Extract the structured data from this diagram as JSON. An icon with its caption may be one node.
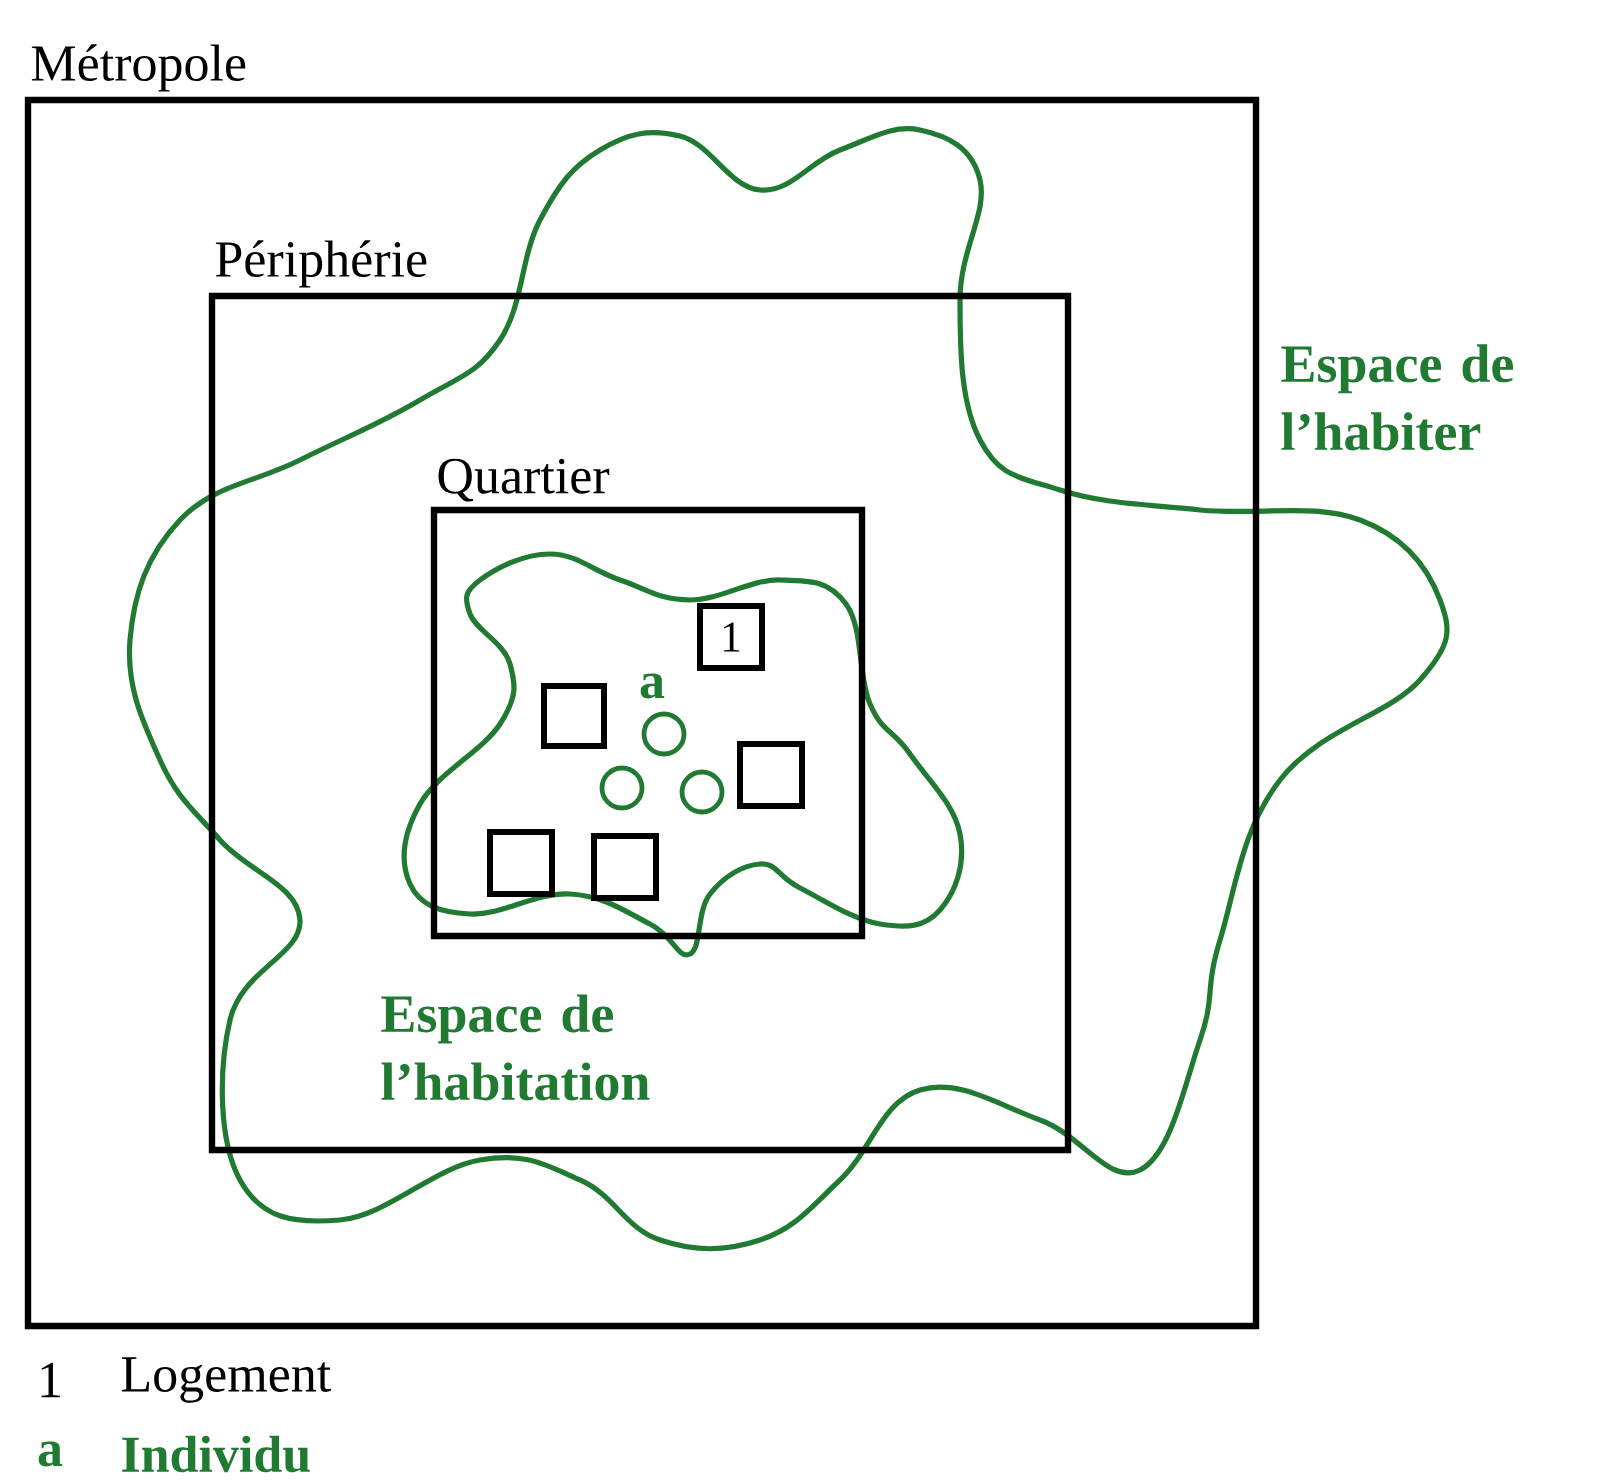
{
  "diagram": {
    "nodes": [
      {
        "text": [
          "Métropole"
        ]
      },
      {
        "text": [
          "Périphérie"
        ],
        "in": 0
      },
      {
        "text": [
          "Quartier"
        ],
        "in": 1
      },
      {
        "text": [
          "1"
        ],
        "in": 2
      },
      {
        "text": [],
        "shape": "box",
        "in": 2
      },
      {
        "text": [],
        "shape": "box",
        "in": 2
      },
      {
        "text": [],
        "shape": "box",
        "in": 2
      },
      {
        "text": [],
        "shape": "box",
        "in": 2
      },
      {
        "text": [],
        "shape": "circle",
        "in": 2
      },
      {
        "text": [],
        "shape": "circle",
        "in": 2
      },
      {
        "text": [],
        "shape": "circle",
        "in": 2
      }
    ],
    "labels": [
      "Espace de l’habiter",
      "a",
      "Espace de l’habitation",
      "1",
      "Logement",
      "a",
      "Individu"
    ]
  }
}
